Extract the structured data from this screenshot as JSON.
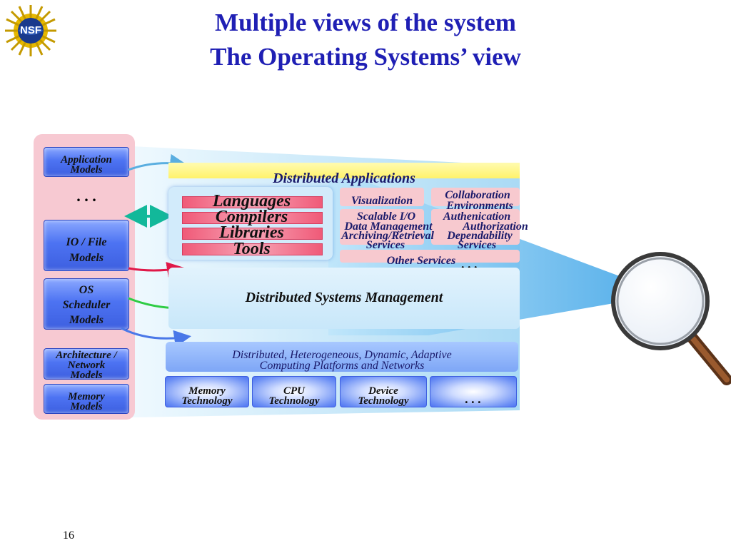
{
  "title": {
    "line1": "Multiple views of the system",
    "line2": "The Operating Systems’ view"
  },
  "logo_text": "NSF",
  "page_number": "16",
  "models": {
    "application": [
      "Application",
      "Models"
    ],
    "ellipsis": ". . .",
    "io": [
      "IO / File",
      "Models"
    ],
    "os": [
      "OS",
      "Scheduler",
      "Models"
    ],
    "architecture": [
      "Architecture /",
      "Network",
      "Models"
    ],
    "memory": [
      "Memory",
      "Models"
    ]
  },
  "layers": {
    "distributed_applications": "Distributed Applications",
    "tools": [
      "Languages",
      "Compilers",
      "Libraries",
      "Tools"
    ],
    "services": {
      "visualization": "Visualization",
      "collaboration": [
        "Collaboration",
        "Environments"
      ],
      "scalable_io": "Scalable I/O",
      "authentication": "Authenication",
      "data_management": "Data Management",
      "authorization": "Authorization",
      "archiving": "Archiving/Retrieval",
      "dependability": "Dependability",
      "services_a": "Services",
      "services_b": "Services",
      "other": "Other Services",
      "ellipsis": ". . ."
    },
    "systems_management": "Distributed Systems Management",
    "platforms": [
      "Distributed, Heterogeneous, Dynamic, Adaptive",
      "Computing Platforms and Networks"
    ],
    "tech": {
      "memory": [
        "Memory",
        "Technology"
      ],
      "cpu": [
        "CPU",
        "Technology"
      ],
      "device": [
        "Device",
        "Technology"
      ],
      "more": ". . ."
    }
  },
  "colors": {
    "title": "#1f1fb4",
    "pink_panel": "#f7c9d2",
    "blue_model": "#4d73f2",
    "cyan_fan": "#9fd8f6",
    "yellow_bar": "#fff26a",
    "arrow_cyan": "#5aaee0",
    "arrow_teal": "#12b89a",
    "arrow_red": "#e01848",
    "arrow_green": "#2ecc44",
    "arrow_blue": "#4a78e8"
  },
  "icons": [
    "nsf-logo-icon",
    "magnifying-glass-icon"
  ]
}
